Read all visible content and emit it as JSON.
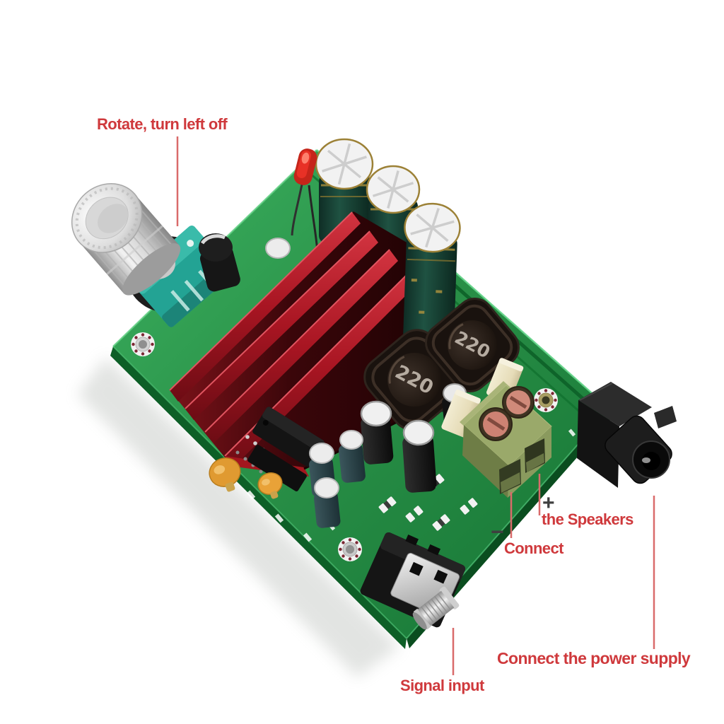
{
  "scene": {
    "background_color": "#ffffff"
  },
  "colors": {
    "annotation_text": "#cf393c",
    "annotation_line": "#d96a6a",
    "annotation_symbol": "#3f3f3f",
    "pcb_green": "#2f9e50",
    "pcb_edge_dark": "#0d5f27",
    "heatsink_red": "#b41a24",
    "heatsink_shadow": "#2a0406",
    "terminal_block_green": "#8a9a5e",
    "terminal_screw_copper": "#cd8273",
    "inductor_black": "#1a120d",
    "capacitor_green": "#1c473a",
    "capacitor_top_silver": "#f2f2f2",
    "knob_silver": "#d9d9d9",
    "potentiometer_teal": "#27a193",
    "jack_black": "#161616",
    "film_capacitor_cream": "#e9e2c4",
    "tantalum_orange": "#e09a31",
    "led_red": "#e23126"
  },
  "callouts": {
    "rotate": "Rotate, turn left off",
    "signal": "Signal input",
    "speaker_minus_symbol": "−",
    "speaker_line1": "Connect",
    "speaker_plus_symbol": "+",
    "speaker_line2": "the Speakers",
    "power": "Connect the power supply"
  },
  "board_text": {
    "inductor_marking": "220"
  }
}
